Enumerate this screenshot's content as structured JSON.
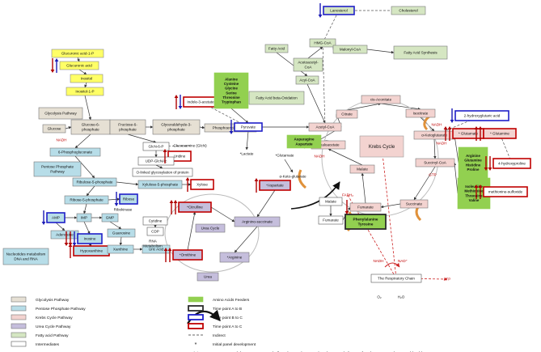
{
  "colors": {
    "glycolysis": "#e6e0d4",
    "pentose": "#b7dde8",
    "krebs": "#f3d3d0",
    "urea": "#c5bedc",
    "fatty": "#d5e6c2",
    "amino": "#92d050",
    "intermediate": "#ffffff",
    "yellow": "#ffff66",
    "blue_border": "#1f1fc8",
    "red_border": "#c00000",
    "dark_border": "#2b2b2b",
    "blue_arrow": "#1a1ab5",
    "red_arrow": "#b00000",
    "orange_arrow": "#e0913a",
    "red_line": "#cc2222"
  },
  "nodes": [
    {
      "id": "glucuronic_1p",
      "label": "Glucuronic acid-1-P",
      "kind": "yellow"
    },
    {
      "id": "glucuronic",
      "label": "Glucuronic acid",
      "kind": "yellow"
    },
    {
      "id": "inositol",
      "label": "Inositol",
      "kind": "yellow"
    },
    {
      "id": "inositol_1p",
      "label": "Inositol-1-P",
      "kind": "yellow"
    },
    {
      "id": "glyco_path",
      "label": "Glycolysis Pathway",
      "kind": "glycolysis"
    },
    {
      "id": "glucose",
      "label": "Glucose",
      "kind": "glycolysis"
    },
    {
      "id": "g6p",
      "label": "Glucose-6-|phosphate",
      "kind": "glycolysis"
    },
    {
      "id": "f6p",
      "label": "Fructose-6-|phosphate",
      "kind": "glycolysis"
    },
    {
      "id": "g3p",
      "label": "Glyceraldehyde-3-|phosphate",
      "kind": "glycolysis"
    },
    {
      "id": "pep",
      "label": "Phosphoenolpyruvate",
      "kind": "glycolysis"
    },
    {
      "id": "indole",
      "label": "Indole-3-acetate",
      "kind": "intermediate_red"
    },
    {
      "id": "aa_pyr",
      "label": "Alanine|Cysteine|Glycine|Serine|Threonine|Tryptophan",
      "kind": "amino"
    },
    {
      "id": "pyruvate",
      "label": "Pyruvate",
      "kind": "intermediate_blue"
    },
    {
      "id": "lactate",
      "label": "*Lactate",
      "kind": "plain"
    },
    {
      "id": "fa_beta",
      "label": "Fatty Acid beta-Oxidation",
      "kind": "fatty"
    },
    {
      "id": "fatty_acid",
      "label": "Fatty Acid",
      "kind": "fatty"
    },
    {
      "id": "acetoacetyl",
      "label": "Acetoacetyl-|CoA",
      "kind": "fatty"
    },
    {
      "id": "acyl",
      "label": "Acyl-CoA",
      "kind": "fatty"
    },
    {
      "id": "hmg",
      "label": "HMG-CoA",
      "kind": "fatty"
    },
    {
      "id": "malonyl",
      "label": "Malonyl-CoA",
      "kind": "fatty"
    },
    {
      "id": "fa_synth",
      "label": "Fatty Acid Synthesis",
      "kind": "fatty"
    },
    {
      "id": "lanosterol",
      "label": "Lanosterol",
      "kind": "fatty_blue"
    },
    {
      "id": "cholesterol",
      "label": "Cholesterol",
      "kind": "fatty"
    },
    {
      "id": "acetyl",
      "label": "Acetyl-CoA",
      "kind": "krebs"
    },
    {
      "id": "citrate",
      "label": "Citrate",
      "kind": "krebs"
    },
    {
      "id": "cis_aconitate",
      "label": "cis-Aconitate",
      "kind": "krebs"
    },
    {
      "id": "isocitrate",
      "label": "Isocitrate",
      "kind": "krebs"
    },
    {
      "id": "nadh_isoc",
      "label": "NADH",
      "kind": "red_small"
    },
    {
      "id": "hydroxyglut",
      "label": "2-hydroxyglutaric acid",
      "kind": "intermediate_blue"
    },
    {
      "id": "akg",
      "label": "α-Ketoglutarate",
      "kind": "krebs"
    },
    {
      "id": "glutamate",
      "label": "* Glutamate",
      "kind": "krebs_red"
    },
    {
      "id": "glutamine",
      "label": "* Glutamine",
      "kind": "krebs_red"
    },
    {
      "id": "aa_akg",
      "label": "Arginine|Glutamine|Histidine|Proline",
      "kind": "amino"
    },
    {
      "id": "nadh_akg",
      "label": "NADH",
      "kind": "red_small"
    },
    {
      "id": "hydroxyproline",
      "label": "4-hydroxyproline",
      "kind": "intermediate_red"
    },
    {
      "id": "succinyl",
      "label": "Succinyl-CoA",
      "kind": "krebs"
    },
    {
      "id": "gtp",
      "label": "GTP",
      "kind": "red_small"
    },
    {
      "id": "aa_succ",
      "label": "Isoleucine|Methionine|Threonine|Valine",
      "kind": "amino"
    },
    {
      "id": "methionine",
      "label": "methionine-sulfoxide",
      "kind": "intermediate_red"
    },
    {
      "id": "succinate",
      "label": "Succinate",
      "kind": "krebs"
    },
    {
      "id": "fadh",
      "label": "FADH₂",
      "kind": "red_small"
    },
    {
      "id": "fumarate_k",
      "label": "Fumarate",
      "kind": "krebs"
    },
    {
      "id": "phe_tyr",
      "label": "Phenylalanine|Tyrosine",
      "kind": "amino_dark"
    },
    {
      "id": "malate",
      "label": "Malate",
      "kind": "krebs"
    },
    {
      "id": "nadh_mal",
      "label": "NADH",
      "kind": "red_small"
    },
    {
      "id": "oxaloacetate",
      "label": "Oxaloacetate",
      "kind": "krebs"
    },
    {
      "id": "krebs_cycle",
      "label": "Krebs Cycle",
      "kind": "krebs_title"
    },
    {
      "id": "asn_asp",
      "label": "Asparagine|Aspartate",
      "kind": "amino"
    },
    {
      "id": "glutamate2",
      "label": "*Glutamate",
      "kind": "plain"
    },
    {
      "id": "akg2",
      "label": "α-Keto-glutarate",
      "kind": "plain"
    },
    {
      "id": "aspartate",
      "label": "*Aspartate",
      "kind": "urea_red"
    },
    {
      "id": "malate2",
      "label": "Malate",
      "kind": "intermediate"
    },
    {
      "id": "fumarate2",
      "label": "Fumarate",
      "kind": "intermediate"
    },
    {
      "id": "argsucc",
      "label": "Arginino-succinate",
      "kind": "urea"
    },
    {
      "id": "citrulline",
      "label": "*Citrulline",
      "kind": "urea_red"
    },
    {
      "id": "urea_cycle",
      "label": "Urea Cycle",
      "kind": "urea"
    },
    {
      "id": "ornithine",
      "label": "*Ornithine",
      "kind": "urea_red"
    },
    {
      "id": "arginine",
      "label": "*Arginine",
      "kind": "urea"
    },
    {
      "id": "urea",
      "label": "Urea",
      "kind": "urea"
    },
    {
      "id": "glcn6p",
      "label": "GlcN-6-P",
      "kind": "intermediate"
    },
    {
      "id": "glucosamine",
      "label": "Glucosamine (GlcN)",
      "kind": "plain"
    },
    {
      "id": "uridine",
      "label": "Uridine",
      "kind": "intermediate_red"
    },
    {
      "id": "udp",
      "label": "UDP-GlcNAc",
      "kind": "intermediate"
    },
    {
      "id": "olinked",
      "label": "O-linked glycosylation of protein",
      "kind": "intermediate"
    },
    {
      "id": "pgluc",
      "label": "6-Phosphogluconate",
      "kind": "pentose"
    },
    {
      "id": "ppp",
      "label": "Pentose Phosphate|Pathway",
      "kind": "pentose"
    },
    {
      "id": "ribulose",
      "label": "Ribulose-5-phosphate",
      "kind": "pentose"
    },
    {
      "id": "xylulose",
      "label": "Xylulose-5-phosphate",
      "kind": "pentose"
    },
    {
      "id": "xylose",
      "label": "Xylose",
      "kind": "intermediate_red"
    },
    {
      "id": "ribose5p",
      "label": "Ribose-5-phosphate",
      "kind": "pentose"
    },
    {
      "id": "ribose",
      "label": "Ribose",
      "kind": "pentose_blue"
    },
    {
      "id": "riboknase",
      "label": "Ribokinase",
      "kind": "plain"
    },
    {
      "id": "amp",
      "label": "AMP",
      "kind": "pentose_blue"
    },
    {
      "id": "imp",
      "label": "IMP",
      "kind": "pentose"
    },
    {
      "id": "gmp",
      "label": "GMP",
      "kind": "pentose"
    },
    {
      "id": "adenosine",
      "label": "Adenosine",
      "kind": "pentose"
    },
    {
      "id": "inosine",
      "label": "Inosine",
      "kind": "pentose_blue"
    },
    {
      "id": "guanosine",
      "label": "Guanosine",
      "kind": "pentose"
    },
    {
      "id": "hypoxanthine",
      "label": "Hypoxanthine",
      "kind": "pentose_red"
    },
    {
      "id": "xanthine",
      "label": "Xanthine",
      "kind": "pentose"
    },
    {
      "id": "uric",
      "label": "Uric Acid",
      "kind": "pentose"
    },
    {
      "id": "nucleotides",
      "label": "Nucleotides metabolism|DNA and RNA",
      "kind": "pentose"
    },
    {
      "id": "cytidine",
      "label": "Cytidine",
      "kind": "intermediate"
    },
    {
      "id": "cdp",
      "label": "CDP",
      "kind": "intermediate"
    },
    {
      "id": "rna",
      "label": "RNA|Metabolism",
      "kind": "plain"
    },
    {
      "id": "nadh_left",
      "label": "NADH",
      "kind": "red_small"
    },
    {
      "id": "nadh_resp",
      "label": "NADH",
      "kind": "red_small"
    },
    {
      "id": "nad_resp",
      "label": "NAD⁺",
      "kind": "red_small"
    },
    {
      "id": "resp",
      "label": "The Respiratory Chain",
      "kind": "intermediate"
    },
    {
      "id": "atp",
      "label": "ATP",
      "kind": "red_small"
    },
    {
      "id": "o2",
      "label": "O₂",
      "kind": "plain"
    },
    {
      "id": "h2o",
      "label": "H₂O",
      "kind": "plain"
    }
  ],
  "changes": [
    {
      "at": "glucuronic",
      "arrows": [
        "red-down",
        "blue-up"
      ]
    },
    {
      "at": "indole",
      "arrows": [
        "red-up",
        "blue-down"
      ]
    },
    {
      "at": "pyruvate",
      "arrows": [
        "blue-down"
      ]
    },
    {
      "at": "lanosterol",
      "arrows": [
        "blue-down"
      ]
    },
    {
      "at": "hydroxyglut",
      "arrows": [
        "blue-down"
      ]
    },
    {
      "at": "glutamate",
      "arrows": [
        "red-up",
        "red-up"
      ]
    },
    {
      "at": "glutamine",
      "arrows": [
        "red-up",
        "red-up"
      ]
    },
    {
      "at": "hydroxyproline",
      "arrows": [
        "red-down",
        "red-down"
      ]
    },
    {
      "at": "methionine",
      "arrows": [
        "red-up",
        "red-up"
      ]
    },
    {
      "at": "uridine",
      "arrows": [
        "red-up"
      ]
    },
    {
      "at": "xylose",
      "arrows": [
        "red-up"
      ]
    },
    {
      "at": "aspartate",
      "arrows": [
        "red-up"
      ]
    },
    {
      "at": "citrulline",
      "arrows": [
        "red-up",
        "red-up"
      ]
    },
    {
      "at": "ornithine",
      "arrows": [
        "red-up",
        "red-up"
      ]
    },
    {
      "at": "fumarate_k",
      "arrows": [
        "red-down"
      ]
    },
    {
      "at": "inosine",
      "arrows": [
        "red-down",
        "red-down",
        "blue-down"
      ]
    },
    {
      "at": "amp",
      "arrows": [
        "blue-down"
      ]
    },
    {
      "at": "hypoxanthine",
      "arrows": [
        "red-up"
      ]
    },
    {
      "at": "ribose",
      "arrows": [
        "blue-down"
      ]
    }
  ],
  "legend": {
    "left": [
      {
        "label": "Glycolysis Pathway",
        "kind": "glycolysis"
      },
      {
        "label": "Pentose Phosphate Pathway",
        "kind": "pentose"
      },
      {
        "label": "Krebs Cycle Pathway",
        "kind": "krebs"
      },
      {
        "label": "Urea Cycle Pathway",
        "kind": "urea"
      },
      {
        "label": "Fatty acid Pathway",
        "kind": "fatty"
      },
      {
        "label": "Intermediates",
        "kind": "intermediate"
      }
    ],
    "right": [
      {
        "label": "Amino Acids Feeders",
        "kind": "amino"
      },
      {
        "label": "Time point A to B",
        "kind": "outline-dark"
      },
      {
        "label": "Time point B to C",
        "kind": "outline-blue"
      },
      {
        "label": "Time point A to C",
        "kind": "outline-red"
      },
      {
        "label": "Indirect",
        "kind": "dashed"
      },
      {
        "label": "Initial panel development",
        "kind": "star"
      },
      {
        "label": "Arrow up and down means metabolites that are increased or decreased after Metformin treatment in normal healthy|volunteers",
        "kind": "updown"
      }
    ]
  }
}
